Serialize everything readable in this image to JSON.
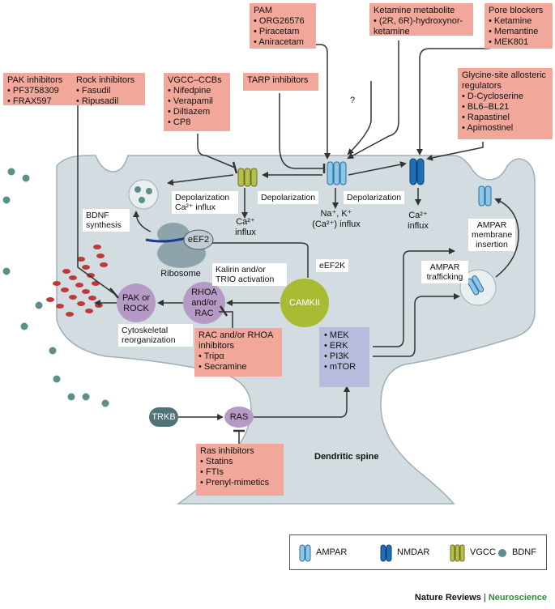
{
  "boxes": {
    "pam": {
      "title": "PAM",
      "items": [
        "ORG26576",
        "Piracetam",
        "Aniracetam"
      ]
    },
    "ketamine_metabolite": {
      "title": "Ketamine metabolite",
      "items": [
        "(2R, 6R)-hydroxynor-ketamine"
      ]
    },
    "pore_blockers": {
      "title": "Pore blockers",
      "items": [
        "Ketamine",
        "Memantine",
        "MEK801"
      ]
    },
    "pak_inhibitors": {
      "title": "PAK inhibitors",
      "items": [
        "PF3758309",
        "FRAX597"
      ]
    },
    "rock_inhibitors": {
      "title": "Rock inhibitors",
      "items": [
        "Fasudil",
        "Ripusadil"
      ]
    },
    "vgcc_ccbs": {
      "title": "VGCC–CCBs",
      "items": [
        "Nifedpine",
        "Verapamil",
        "Diltiazem",
        "CP8"
      ]
    },
    "tarp_inhibitors": {
      "title": "TARP inhibitors"
    },
    "glycine_site": {
      "title": "Glycine-site allosteric regulators",
      "items": [
        "D-Cycloserine",
        "BL6–BL21",
        "Rapastinel",
        "Apimostinel"
      ]
    },
    "rac_rhoa_inhibitors": {
      "title": "RAC and/or RHOA inhibitors",
      "items": [
        "Tripα",
        "Secramine"
      ]
    },
    "ras_inhibitors": {
      "title": "Ras inhibitors",
      "items": [
        "Statins",
        "FTIs",
        "Prenyl-mimetics"
      ]
    }
  },
  "labels": {
    "question": "?",
    "depol_left": "Depolarization",
    "depol_ca_influx": "Depolarization Ca²⁺ influx",
    "depol_mid": "Depolarization",
    "depol_right": "Depolarization",
    "bdnf_synthesis": "BDNF synthesis",
    "ca_influx_vgcc": "Ca²⁺ influx",
    "na_k_influx": "Na⁺, K⁺ (Ca²⁺) influx",
    "ca_influx_nmdar": "Ca²⁺ influx",
    "ampar_insertion": "AMPAR membrane insertion",
    "ampar_trafficking": "AMPAR trafficking",
    "eef2": "eEF2",
    "ribosome": "Ribosome",
    "eef2k": "eEF2K",
    "kalirin": "Kalirin and/or TRIO activation",
    "camkii": "CAMKII",
    "pak_rock": "PAK or ROCK",
    "rhoa_rac": "RHOA and/or RAC",
    "cytoskeletal": "Cytoskeletal reorganization",
    "kinases": [
      "MEK",
      "ERK",
      "PI3K",
      "mTOR"
    ],
    "trkb": "TRKB",
    "ras": "RAS",
    "dendritic_spine": "Dendritic spine"
  },
  "legend": {
    "ampar": "AMPAR",
    "nmdar": "NMDAR",
    "vgcc": "VGCC",
    "bdnf": "BDNF"
  },
  "credit": {
    "journal": "Nature Reviews",
    "separator": " | ",
    "section": "Neuroscience"
  },
  "colors": {
    "inhibitor_box": "#f2a79b",
    "spine": "#d0dadf",
    "ampar": "#8cc6e8",
    "nmdar": "#1c6fb8",
    "vgcc": "#b5bf4a",
    "camkii": "#a9ba33",
    "purple_node": "#b69ac6",
    "kinase_box": "#b7bcdc",
    "bdnf": "#5d8f8a"
  }
}
